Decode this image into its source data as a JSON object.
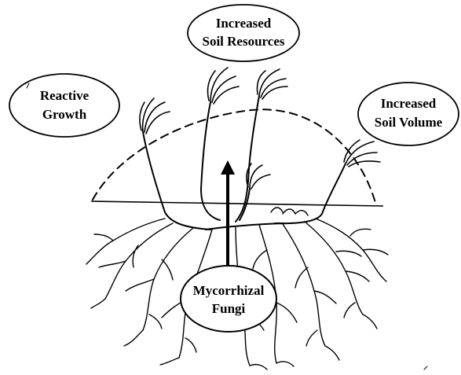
{
  "labels": {
    "soil_resources": [
      "Increased",
      "Soil Resources"
    ],
    "reactive_growth": [
      "Reactive",
      "Growth"
    ],
    "soil_volume": [
      "Increased",
      "Soil Volume"
    ],
    "mycorrhizal": [
      "Mycorrhizal",
      "Fungi"
    ]
  },
  "colors": {
    "ink": "#000000",
    "background": "#ffffff"
  }
}
